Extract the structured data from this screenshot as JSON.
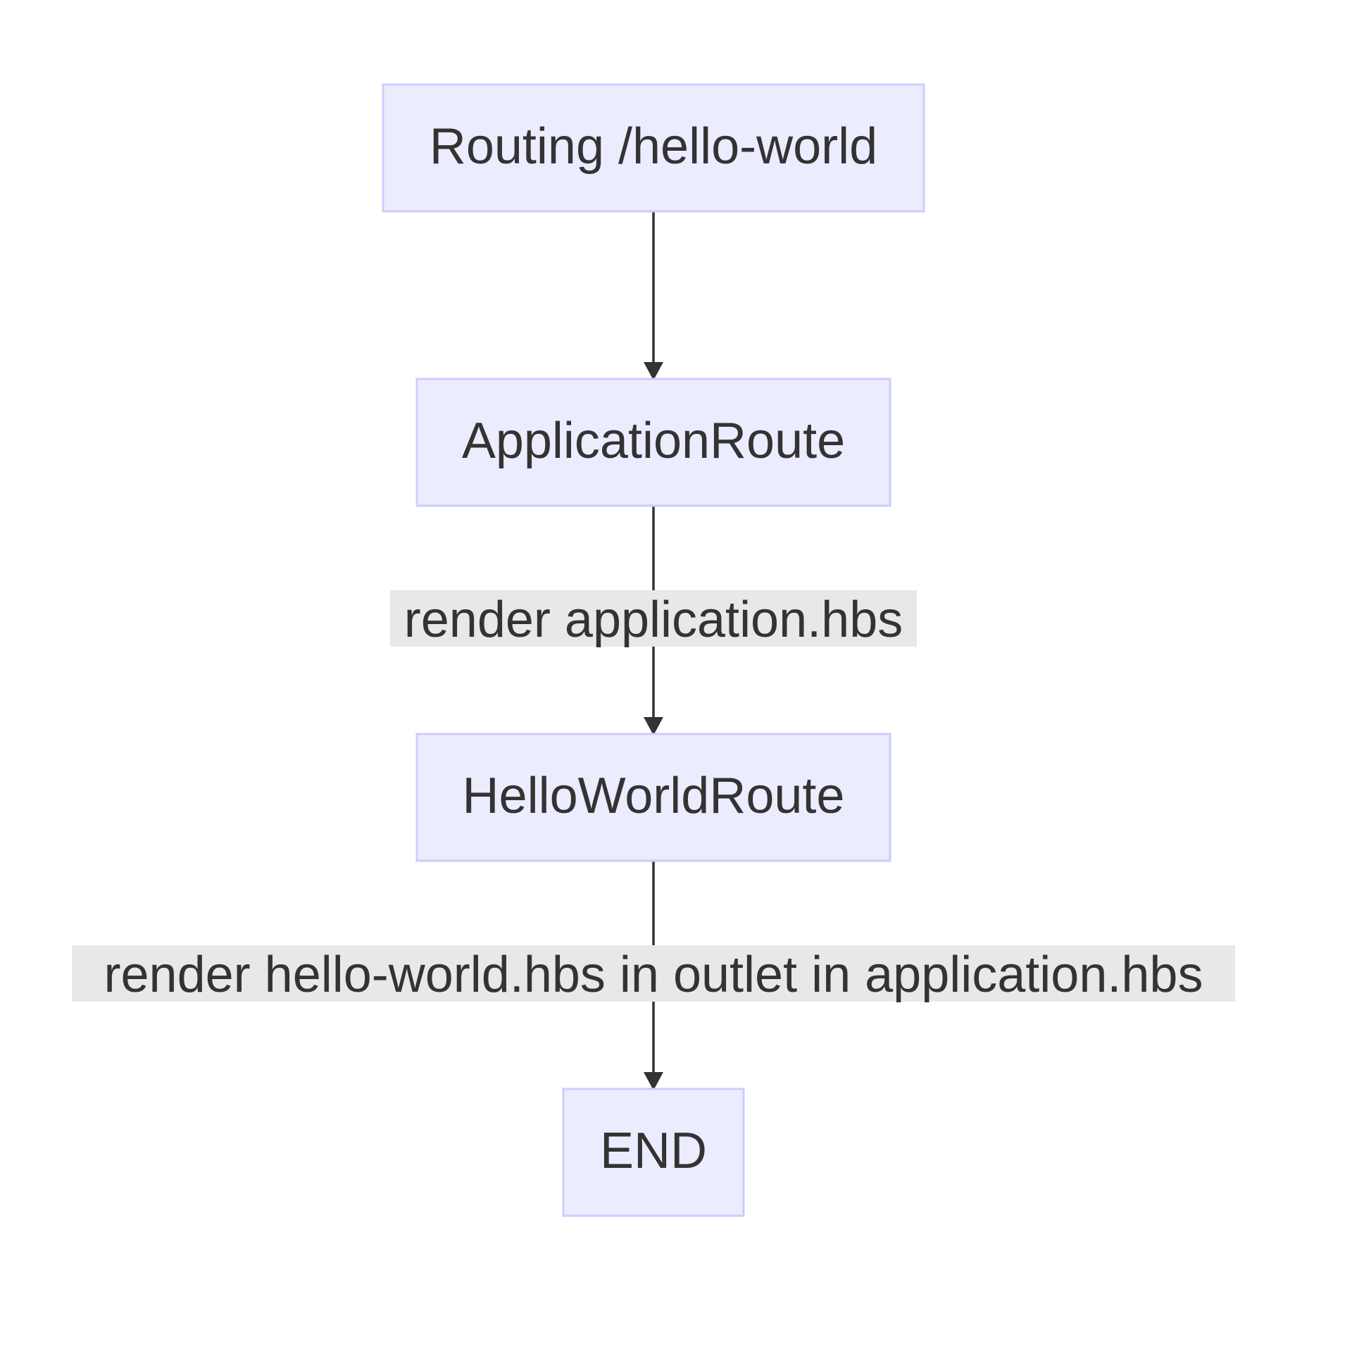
{
  "diagram": {
    "type": "flowchart",
    "direction": "top-down",
    "colors": {
      "node_fill": "#ececff",
      "node_stroke": "#ccccff",
      "text": "#333333",
      "edge": "#333333",
      "edge_label_background": "#e8e8e8"
    },
    "nodes": [
      {
        "id": "routing",
        "label": "Routing /hello-world"
      },
      {
        "id": "application_route",
        "label": "ApplicationRoute"
      },
      {
        "id": "hello_world_route",
        "label": "HelloWorldRoute"
      },
      {
        "id": "end",
        "label": "END"
      }
    ],
    "edges": [
      {
        "from": "routing",
        "to": "application_route",
        "label": ""
      },
      {
        "from": "application_route",
        "to": "hello_world_route",
        "label": "render application.hbs"
      },
      {
        "from": "hello_world_route",
        "to": "end",
        "label": "render hello-world.hbs in outlet in application.hbs"
      }
    ]
  }
}
